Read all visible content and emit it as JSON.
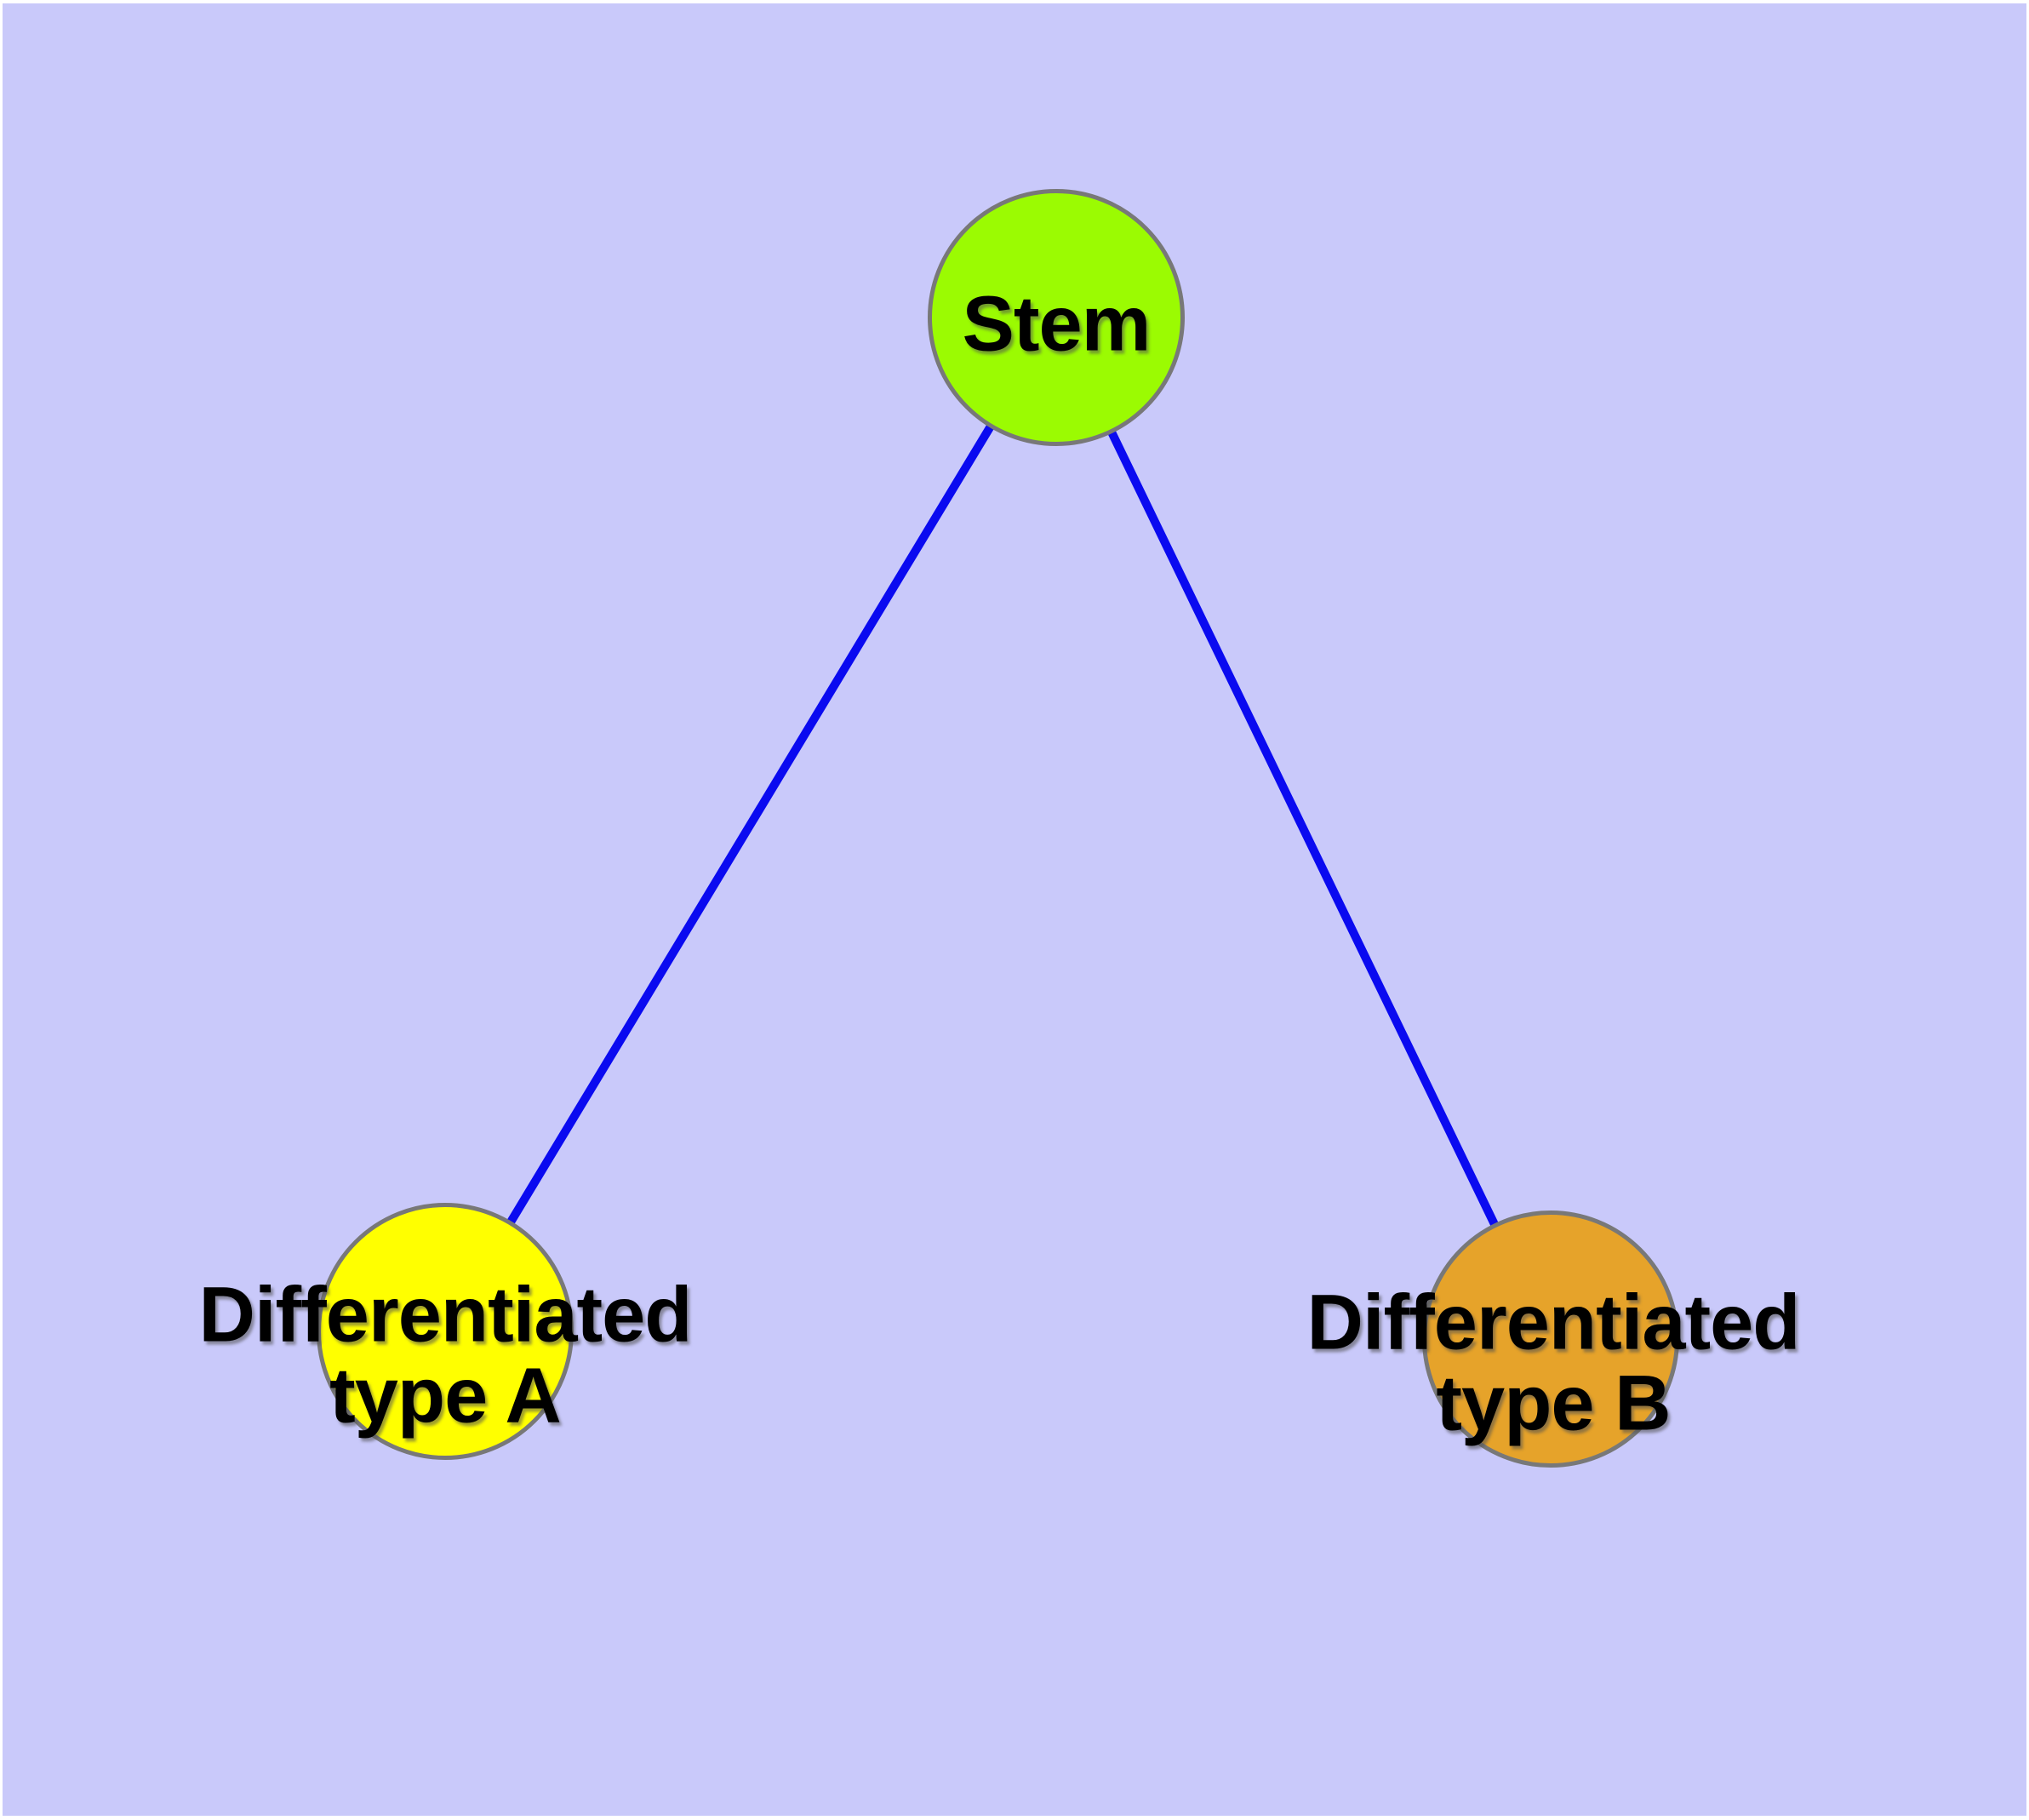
{
  "diagram": {
    "type": "graph",
    "background_color": "#C9C9FA",
    "frame_color": "#ffffff",
    "edge_color": "#0A0AF0",
    "node_border_color": "#787878",
    "label_color": "#000000",
    "nodes": [
      {
        "id": "stem",
        "label": "Stem",
        "fill": "#9BFB02"
      },
      {
        "id": "type-a",
        "label": "Differentiated\ntype A",
        "fill": "#FFFF00"
      },
      {
        "id": "type-b",
        "label": "Differentiated\ntype B",
        "fill": "#E6A32A"
      }
    ],
    "edges": [
      {
        "from": "stem",
        "to": "type-a"
      },
      {
        "from": "stem",
        "to": "type-b"
      }
    ]
  }
}
